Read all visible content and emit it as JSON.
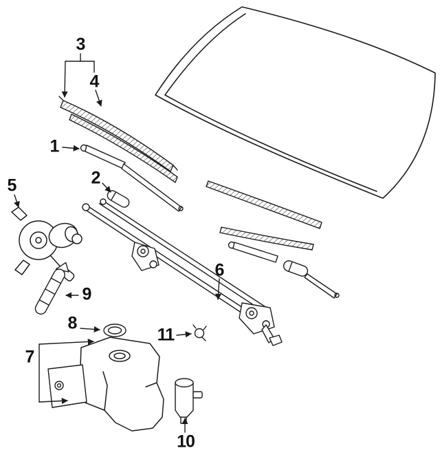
{
  "colors": {
    "line": "#1b1b1b",
    "background": "#ffffff",
    "label": "#111111"
  },
  "callouts": [
    {
      "label": "1"
    },
    {
      "label": "2"
    },
    {
      "label": "3"
    },
    {
      "label": "4"
    },
    {
      "label": "5"
    },
    {
      "label": "6"
    },
    {
      "label": "7"
    },
    {
      "label": "8"
    },
    {
      "label": "9"
    },
    {
      "label": "10"
    },
    {
      "label": "11"
    }
  ]
}
